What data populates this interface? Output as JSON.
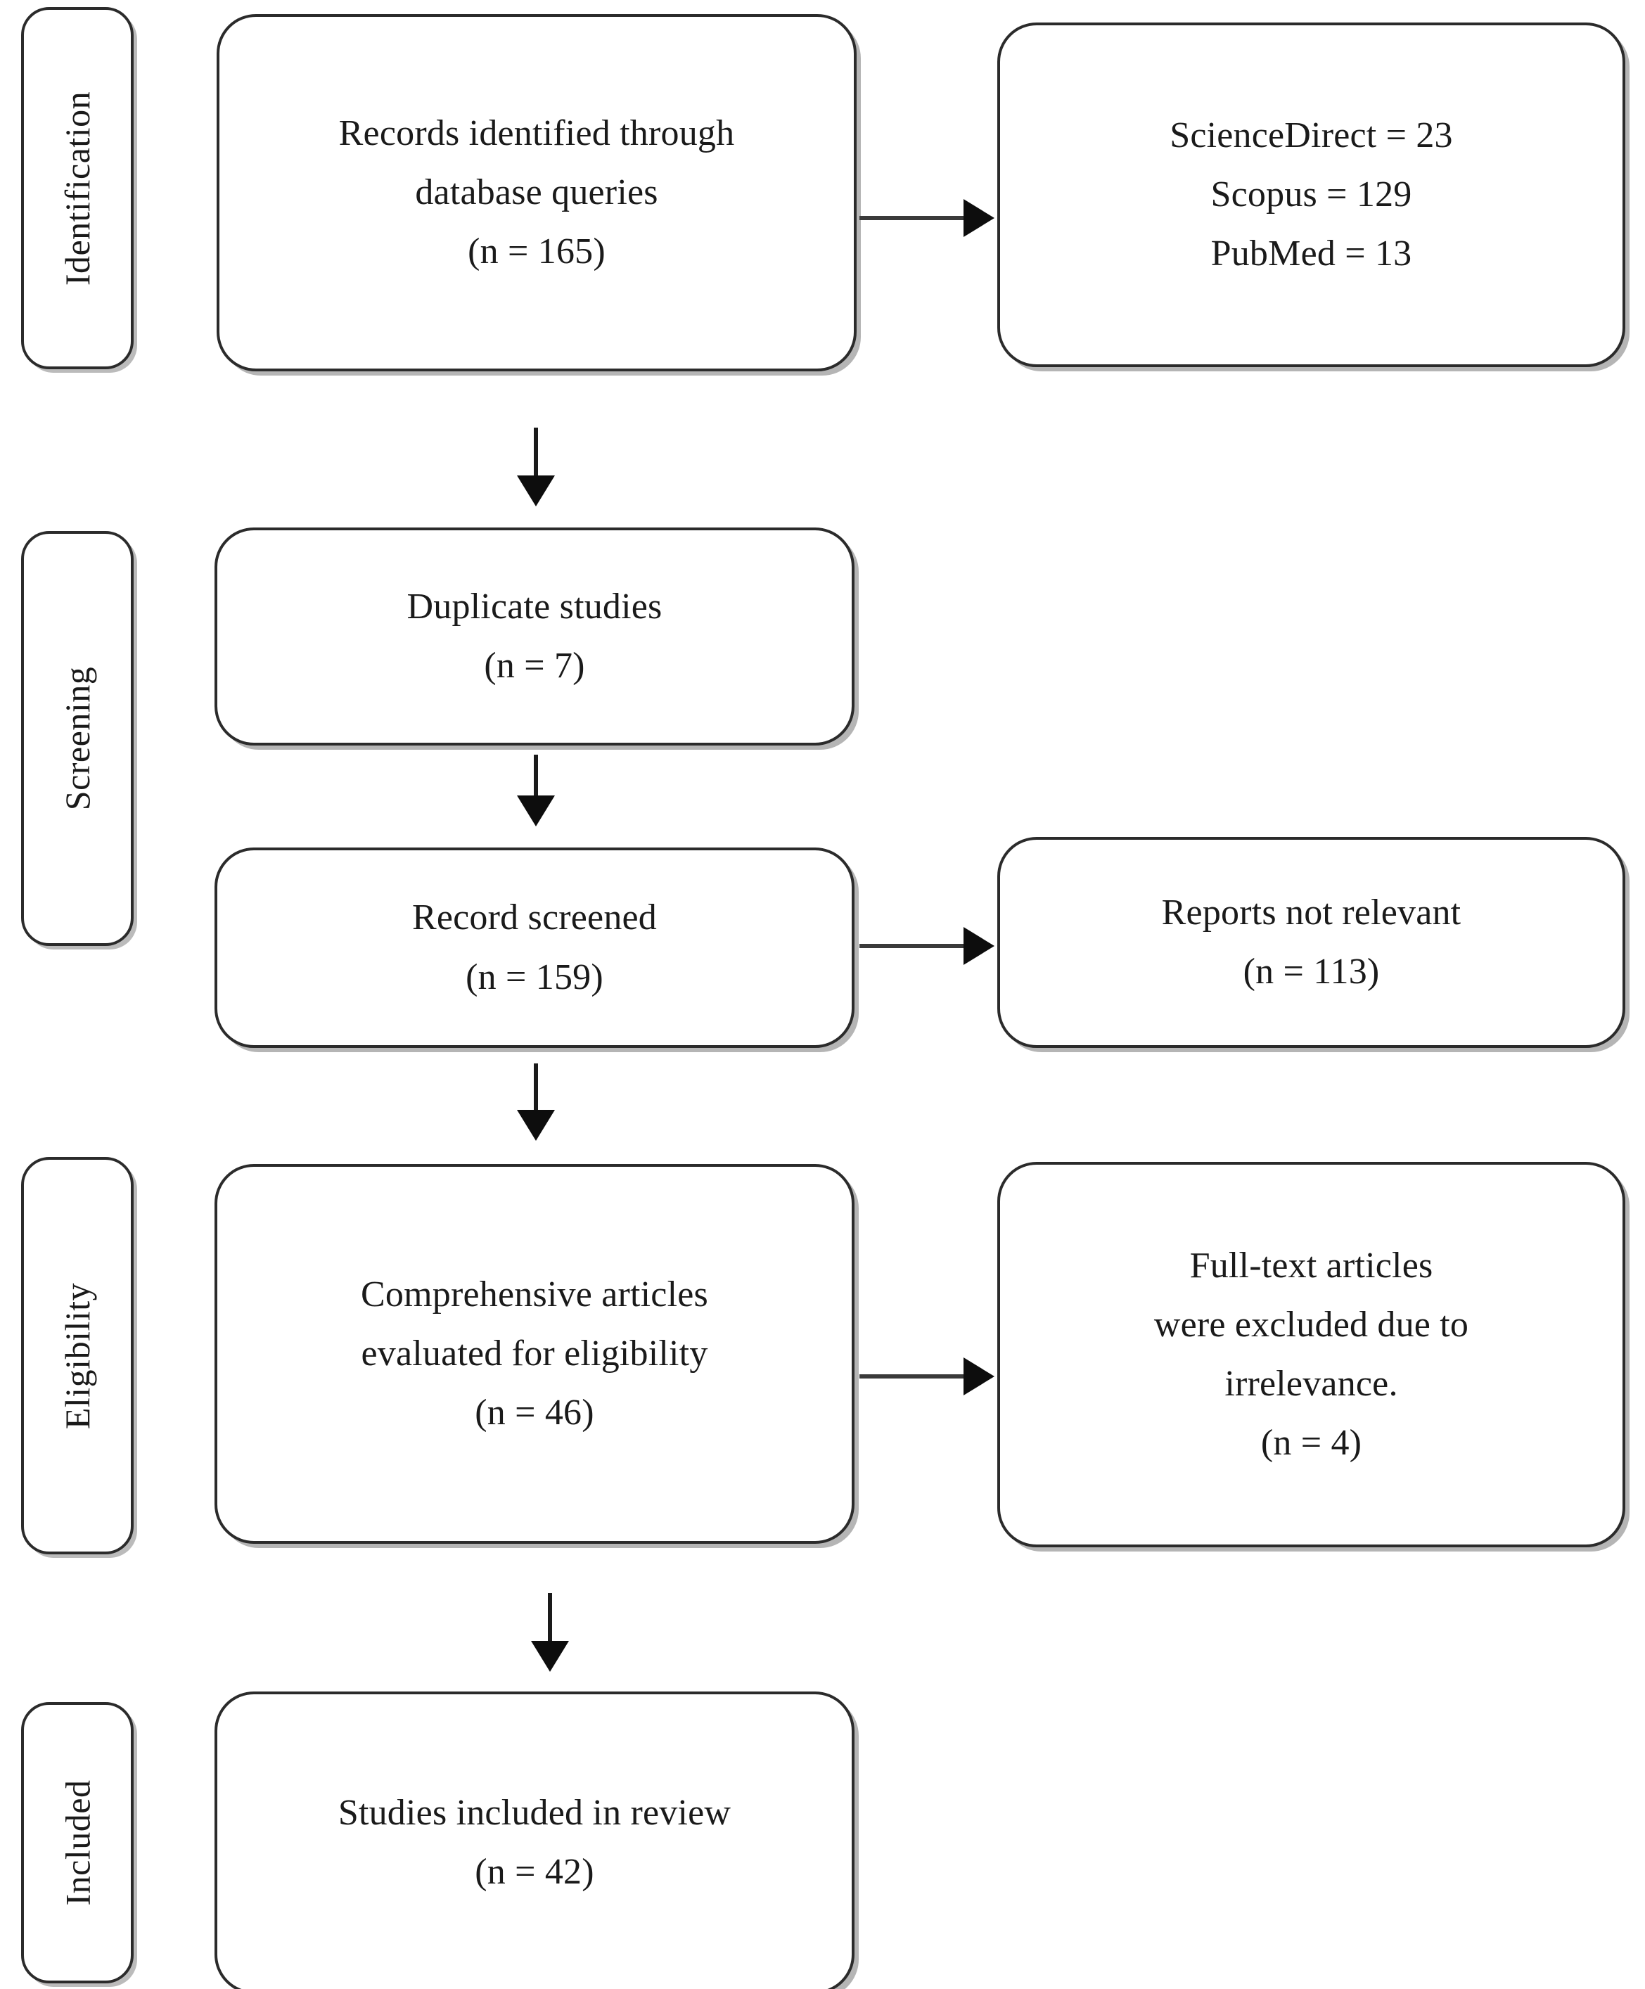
{
  "diagram": {
    "title": "PRISMA flow diagram",
    "type": "flowchart",
    "ink_color": "#1a1a1a",
    "box_border_color": "#2b2b2b",
    "background_color": "#ffffff"
  },
  "stages": [
    {
      "id": "identification",
      "label": "Identification"
    },
    {
      "id": "screening",
      "label": "Screening"
    },
    {
      "id": "eligibility",
      "label": "Eligibility"
    },
    {
      "id": "included",
      "label": "Included"
    }
  ],
  "nodes": {
    "records_identified": {
      "lines": [
        "Records identified through",
        "database queries",
        "(n = 165)"
      ],
      "count": 165
    },
    "database_breakdown": {
      "lines": [
        "ScienceDirect = 23",
        "Scopus = 129",
        "PubMed = 13"
      ],
      "sources": [
        {
          "name": "ScienceDirect",
          "count": 23
        },
        {
          "name": "Scopus",
          "count": 129
        },
        {
          "name": "PubMed",
          "count": 13
        }
      ]
    },
    "duplicate_studies": {
      "lines": [
        "Duplicate studies",
        "(n = 7)"
      ],
      "count": 7
    },
    "record_screened": {
      "lines": [
        "Record screened",
        "(n = 159)"
      ],
      "count": 159
    },
    "reports_not_relevant": {
      "lines": [
        "Reports not relevant",
        "(n = 113)"
      ],
      "count": 113
    },
    "comprehensive_articles": {
      "lines": [
        "Comprehensive articles",
        "evaluated for eligibility",
        "(n = 46)"
      ],
      "count": 46
    },
    "fulltext_excluded": {
      "lines": [
        "Full-text articles",
        "were excluded due to",
        "irrelevance.",
        "(n = 4)"
      ],
      "count": 4
    },
    "studies_included": {
      "lines": [
        "Studies included in review",
        "(n = 42)"
      ],
      "count": 42
    }
  },
  "edges": [
    {
      "id": "identified-to-breakdown",
      "from": "records_identified",
      "to": "database_breakdown",
      "direction": "right"
    },
    {
      "id": "identified-to-duplicates",
      "from": "records_identified",
      "to": "duplicate_studies",
      "direction": "down"
    },
    {
      "id": "duplicates-to-screened",
      "from": "duplicate_studies",
      "to": "record_screened",
      "direction": "down"
    },
    {
      "id": "screened-to-notrelevant",
      "from": "record_screened",
      "to": "reports_not_relevant",
      "direction": "right"
    },
    {
      "id": "screened-to-comprehensive",
      "from": "record_screened",
      "to": "comprehensive_articles",
      "direction": "down"
    },
    {
      "id": "comprehensive-to-excluded",
      "from": "comprehensive_articles",
      "to": "fulltext_excluded",
      "direction": "right"
    },
    {
      "id": "comprehensive-to-included",
      "from": "comprehensive_articles",
      "to": "studies_included",
      "direction": "down"
    }
  ]
}
